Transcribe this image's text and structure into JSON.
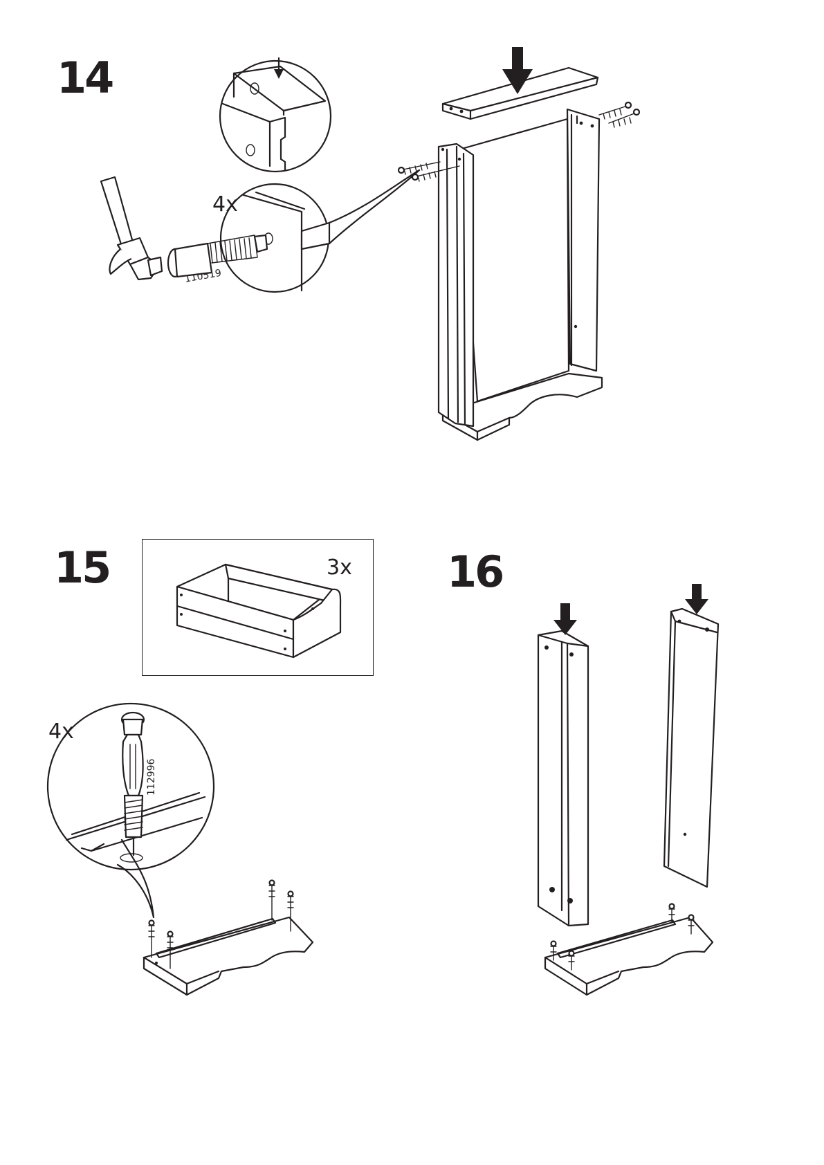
{
  "steps": [
    {
      "number": "14",
      "quantity": "4x",
      "part_number": "110519"
    },
    {
      "number": "15",
      "quantity_drawers": "3x",
      "quantity": "4x",
      "part_number": "112996"
    },
    {
      "number": "16"
    }
  ],
  "colors": {
    "ink": "#231f20",
    "background": "#ffffff"
  },
  "icons": [
    "hammer-icon",
    "dowel-icon",
    "cam-bolt-icon",
    "drawer-icon",
    "arrow-down-icon"
  ]
}
